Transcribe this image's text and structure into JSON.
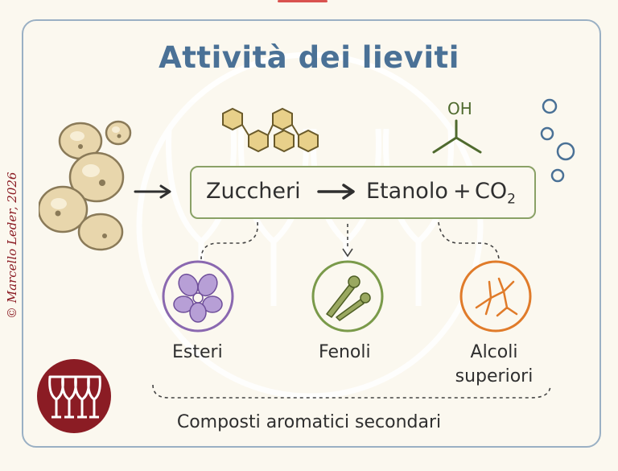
{
  "title": "Attività dei lieviti",
  "process": {
    "input": "Zuccheri",
    "output": "Etanolo",
    "plus": "+",
    "gas_base": "CO",
    "gas_subscript": "2"
  },
  "molecule_label": "OH",
  "compounds": [
    {
      "label": "Esteri",
      "icon": "violet-flower-icon",
      "color": "#8a68b0"
    },
    {
      "label": "Fenoli",
      "icon": "clove-icon",
      "color": "#7a9a4a"
    },
    {
      "label_line1": "Alcoli",
      "label_line2": "superiori",
      "icon": "branched-molecule-icon",
      "color": "#e07b2a"
    }
  ],
  "group_label": "Composti aromatici secondari",
  "copyright": "© Marcello Leder, 2026",
  "colors": {
    "title": "#4a7196",
    "card_border": "#9ab0c4",
    "process_border": "#8aa166",
    "logo": "#8b1c24",
    "yeast": "#e8d6ac",
    "hexagon": "#e8d08a",
    "bubble": "#4a7196"
  }
}
